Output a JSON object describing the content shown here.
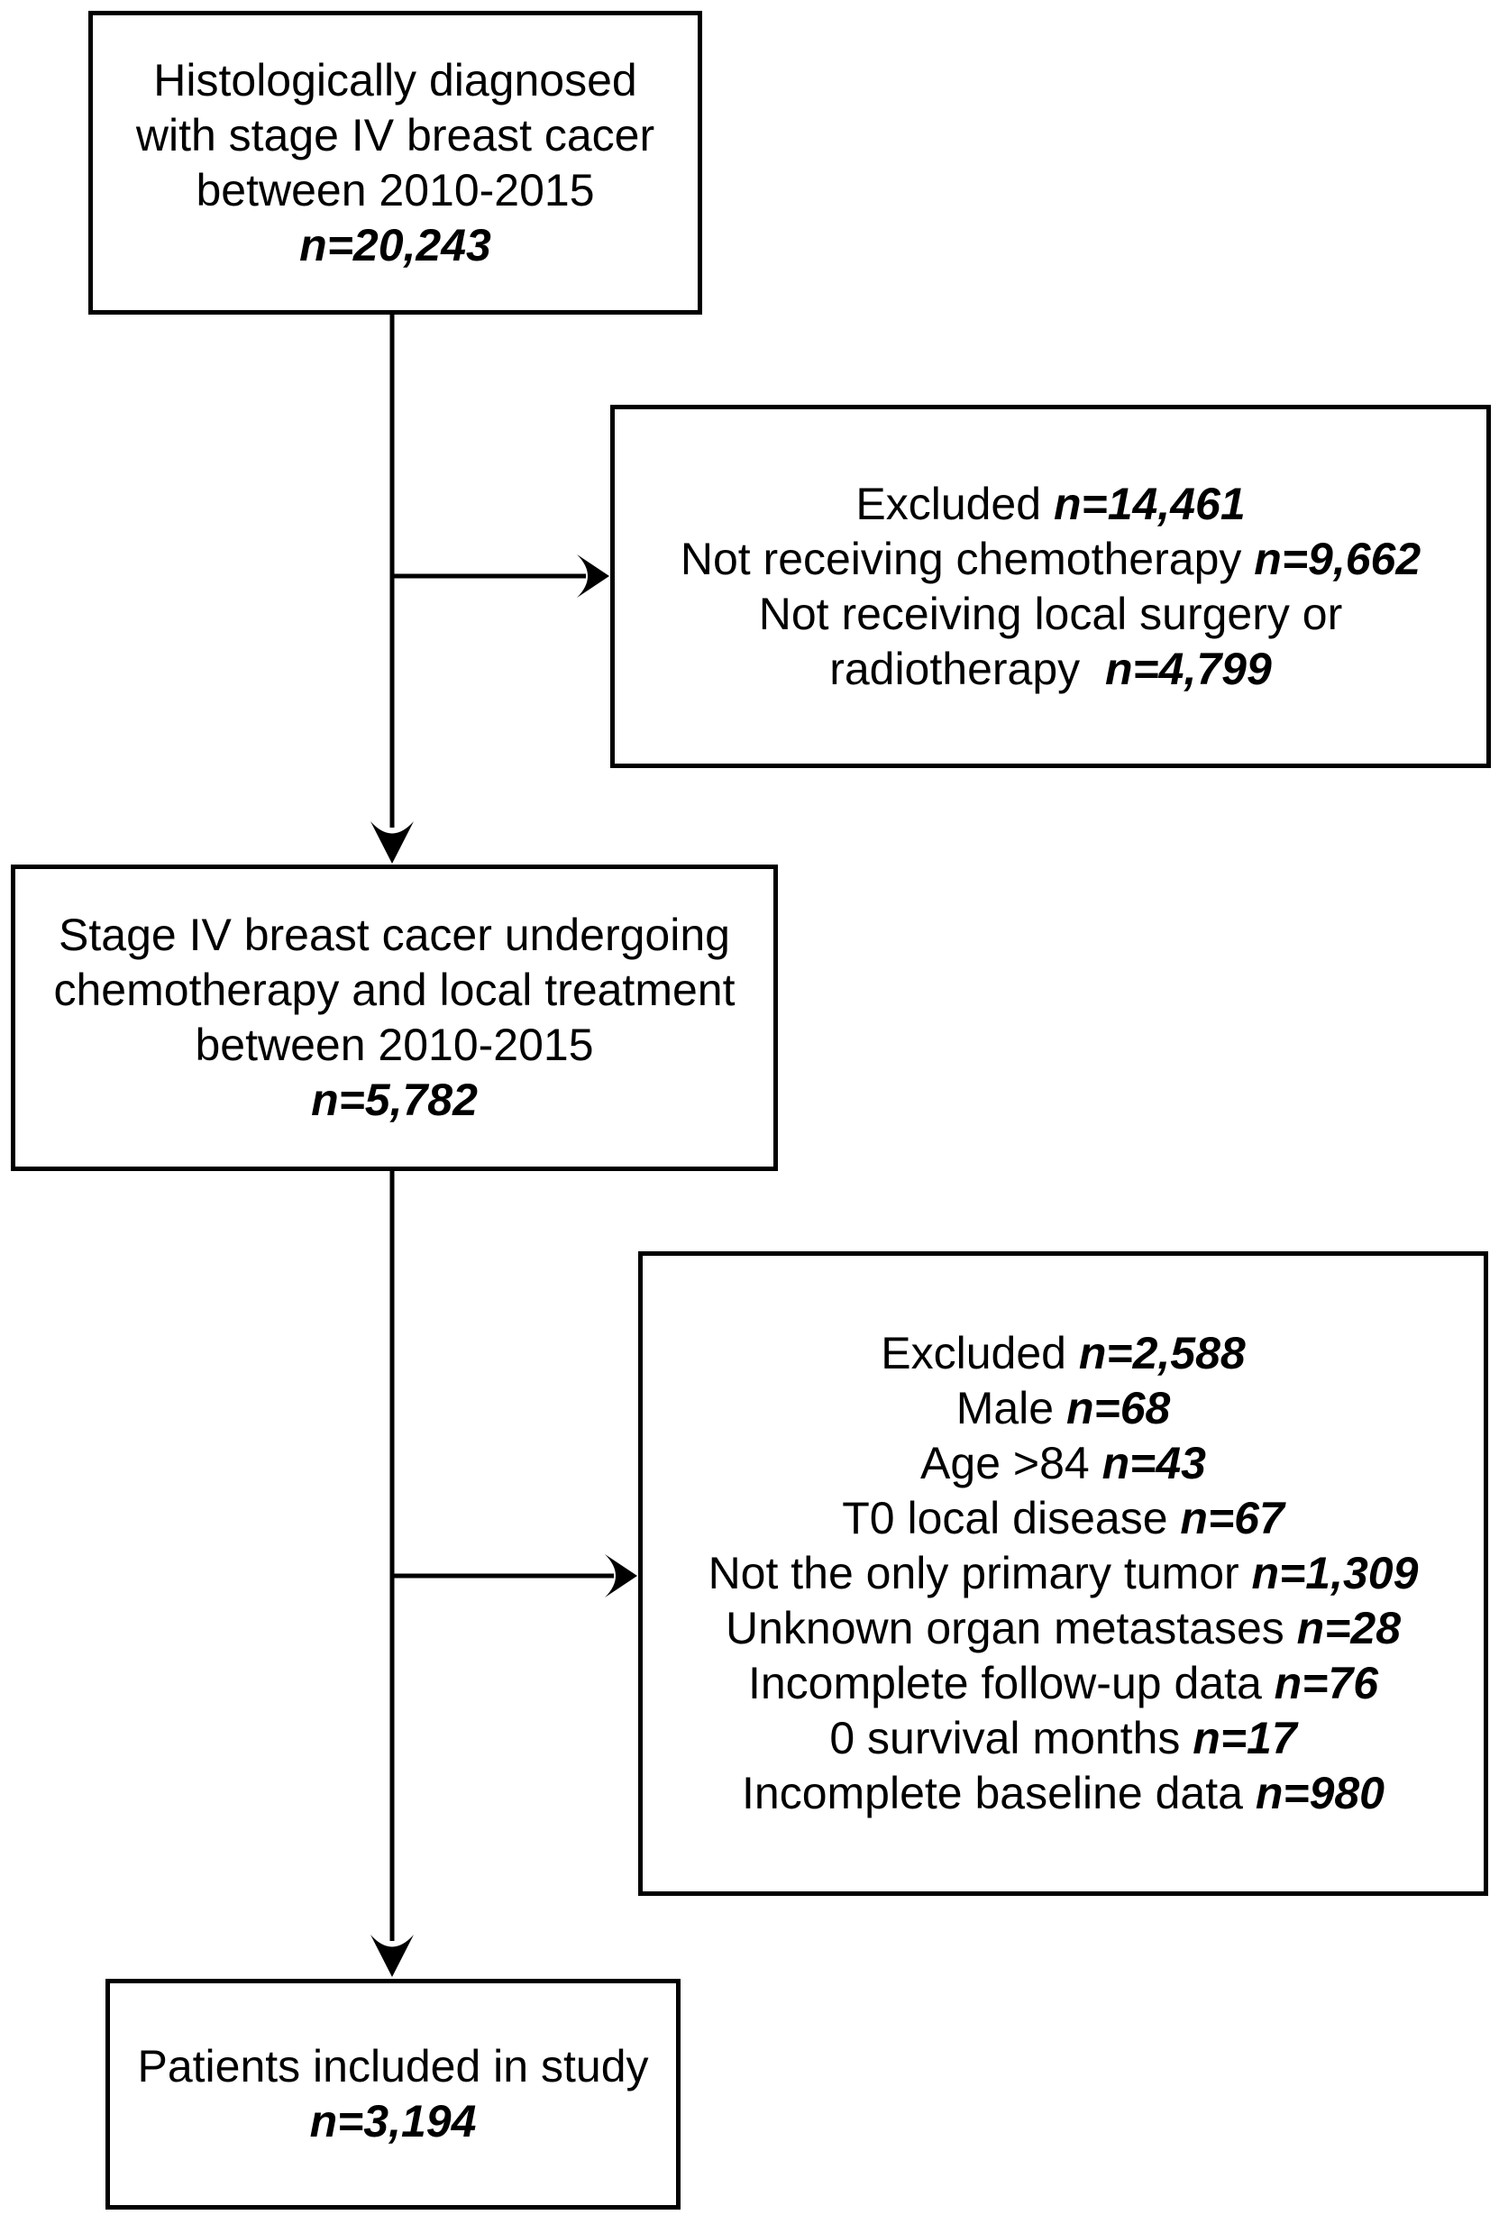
{
  "figure": {
    "type": "patient-selection-flowchart",
    "colors": {
      "background": "#ffffff",
      "line": "#000000",
      "text": "#000000"
    }
  },
  "boxes": [
    {
      "id": "diagnosed",
      "lines": [
        [
          {
            "text": "Histologically diagnosed"
          }
        ],
        [
          {
            "text": "with stage IV breast cacer"
          }
        ],
        [
          {
            "text": "between 2010-2015"
          }
        ],
        [
          {
            "text": "n=20,243",
            "emph": true
          }
        ]
      ]
    },
    {
      "id": "excluded-1",
      "lines": [
        [
          {
            "text": "Excluded "
          },
          {
            "text": "n=14,461",
            "emph": true
          }
        ],
        [
          {
            "text": "Not receiving chemotherapy "
          },
          {
            "text": "n=9,662",
            "emph": true
          }
        ],
        [
          {
            "text": "Not receiving local surgery or"
          }
        ],
        [
          {
            "text": "radiotherapy  "
          },
          {
            "text": "n=4,799",
            "emph": true
          }
        ]
      ]
    },
    {
      "id": "undergoing",
      "lines": [
        [
          {
            "text": "Stage IV breast cacer undergoing"
          }
        ],
        [
          {
            "text": "chemotherapy and local treatment"
          }
        ],
        [
          {
            "text": "between 2010-2015"
          }
        ],
        [
          {
            "text": "n=5,782",
            "emph": true
          }
        ]
      ]
    },
    {
      "id": "excluded-2",
      "lines": [
        [
          {
            "text": "Excluded "
          },
          {
            "text": "n=2,588",
            "emph": true
          }
        ],
        [
          {
            "text": "Male "
          },
          {
            "text": "n=68",
            "emph": true
          }
        ],
        [
          {
            "text": "Age >84 "
          },
          {
            "text": "n=43",
            "emph": true
          }
        ],
        [
          {
            "text": "T0 local disease "
          },
          {
            "text": "n=67",
            "emph": true
          }
        ],
        [
          {
            "text": "Not the only primary tumor "
          },
          {
            "text": "n=1,309",
            "emph": true
          }
        ],
        [
          {
            "text": "Unknown organ metastases "
          },
          {
            "text": "n=28",
            "emph": true
          }
        ],
        [
          {
            "text": "Incomplete follow-up data "
          },
          {
            "text": "n=76",
            "emph": true
          }
        ],
        [
          {
            "text": "0 survival months "
          },
          {
            "text": "n=17",
            "emph": true
          }
        ],
        [
          {
            "text": "Incomplete baseline data "
          },
          {
            "text": "n=980",
            "emph": true
          }
        ]
      ]
    },
    {
      "id": "included",
      "lines": [
        [
          {
            "text": "Patients included in study"
          }
        ],
        [
          {
            "text": "n=3,194",
            "emph": true
          }
        ]
      ]
    }
  ]
}
